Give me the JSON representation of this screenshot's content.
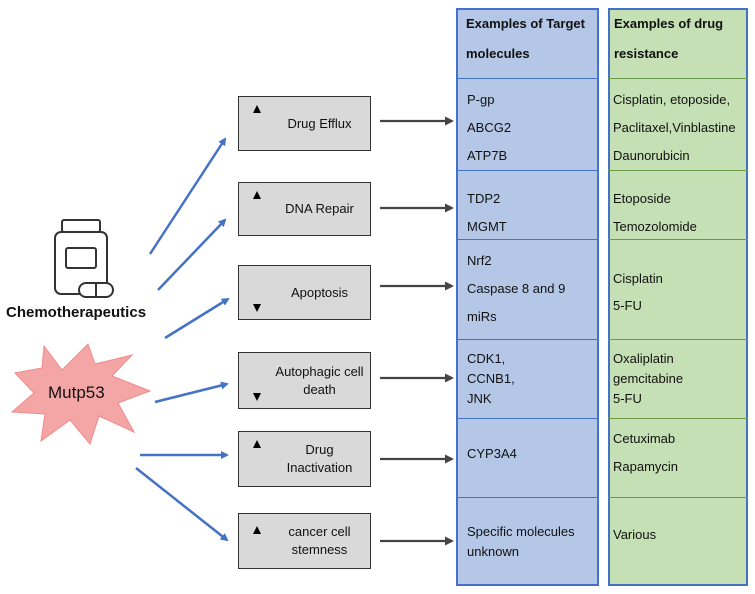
{
  "left": {
    "chemo_icon": "pill-bottle-and-capsule-icon",
    "chemo_label": "Chemotherapeutics",
    "mutp53_label": "Mutp53"
  },
  "headers": {
    "targets": [
      "Examples of Target",
      "molecules"
    ],
    "resistance": [
      "Examples of drug",
      "resistance"
    ]
  },
  "mechanisms": [
    {
      "label": "Drug Efflux",
      "direction": "up"
    },
    {
      "label": "DNA Repair",
      "direction": "up"
    },
    {
      "label": "Apoptosis",
      "direction": "down"
    },
    {
      "label": "Autophagic cell death",
      "direction": "down"
    },
    {
      "label": "Drug Inactivation",
      "direction": "up"
    },
    {
      "label": "cancer cell stemness",
      "direction": "up"
    }
  ],
  "targets": [
    [
      "P-gp",
      "ABCG2",
      "ATP7B"
    ],
    [
      "TDP2",
      "MGMT"
    ],
    [
      "Nrf2",
      "Caspase 8 and 9",
      "miRs"
    ],
    [
      "CDK1,",
      "CCNB1,",
      "JNK"
    ],
    [
      "CYP3A4"
    ],
    [
      "Specific molecules",
      "unknown"
    ]
  ],
  "resistance": [
    [
      "Cisplatin, etoposide,",
      "Paclitaxel,Vinblastine",
      "Daunorubicin"
    ],
    [
      "Etoposide",
      "Temozolomide"
    ],
    [
      "Cisplatin",
      "5-FU"
    ],
    [
      "Oxaliplatin",
      "gemcitabine",
      "5-FU"
    ],
    [
      "Cetuximab",
      "Rapamycin"
    ],
    [
      "Various"
    ]
  ],
  "colors": {
    "blue_fill": "#b4c7e7",
    "green_fill": "#c5e0b4",
    "border_blue": "#4472c4",
    "arrow_blue": "#4472c4",
    "box_gray": "#d9d9d9",
    "burst_fill": "#f4a6a6"
  }
}
